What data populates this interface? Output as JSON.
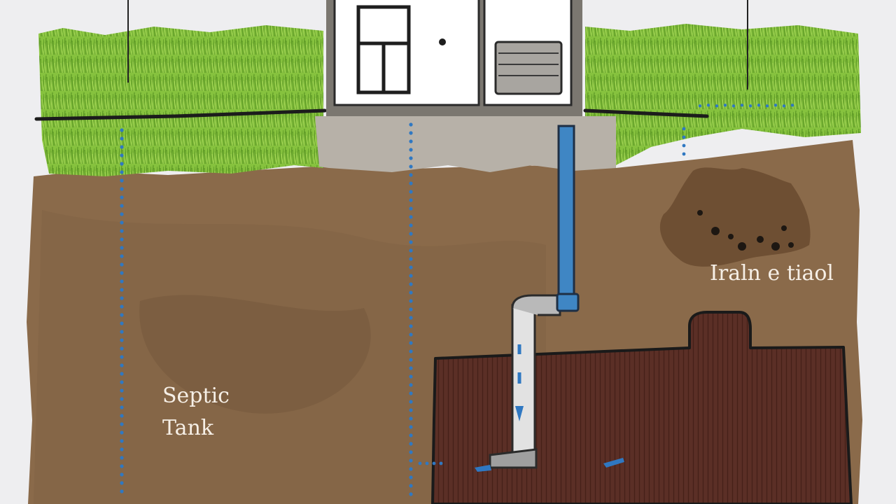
{
  "labels": {
    "septic_line1": "Septic",
    "septic_line2": "Tank",
    "drain_field": "Iraln e tiaol"
  },
  "colors": {
    "background": "#eeeef0",
    "grass": "#7dbb3a",
    "soil": "#8a6a4a",
    "tank": "#5b2f26",
    "pipe_blue": "#3f86c4",
    "pipe_gray": "#b9b9b9",
    "foundation": "#b7b1a8",
    "house_wall": "#7b7770",
    "water_drops": "#2f78c2"
  },
  "icons": {
    "house": "house-icon",
    "flow_arrow": "down-arrow-icon"
  }
}
